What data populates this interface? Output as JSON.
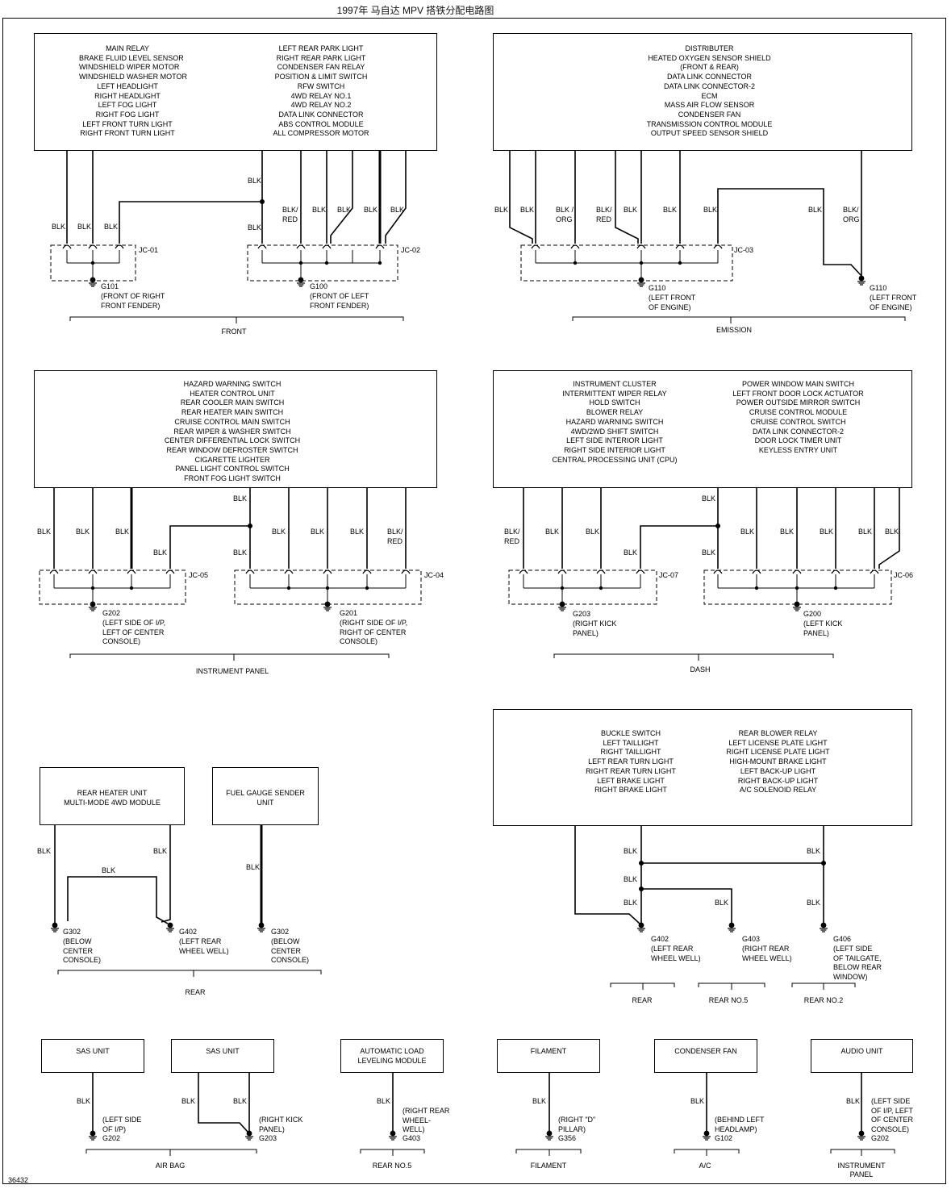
{
  "title": "1997年 马自达 MPV 搭铁分配电路图",
  "figure_no": "36432",
  "wire_color_blk": "BLK",
  "front": {
    "section": "FRONT",
    "box1": {
      "left": "MAIN RELAY\nBRAKE FLUID LEVEL SENSOR\nWINDSHIELD WIPER MOTOR\nWINDSHIELD WASHER MOTOR\nLEFT HEADLIGHT\nRIGHT HEADLIGHT\nLEFT FOG LIGHT\nRIGHT FOG LIGHT\nLEFT FRONT TURN LIGHT\nRIGHT FRONT TURN LIGHT",
      "right": "LEFT REAR PARK LIGHT\nRIGHT REAR PARK LIGHT\nCONDENSER FAN RELAY\nPOSITION & LIMIT SWITCH\nRFW SWITCH\n4WD RELAY NO.1\n4WD RELAY NO.2\nDATA LINK CONNECTOR\nABS CONTROL MODULE\nALL COMPRESSOR MOTOR"
    },
    "jc1": "JC-01",
    "jc2": "JC-02",
    "g1": "G101",
    "g1_loc": "(FRONT OF RIGHT\nFRONT FENDER)",
    "g2": "G100",
    "g2_loc": "(FRONT OF LEFT\nFRONT FENDER)",
    "blk_red": "BLK/\nRED"
  },
  "emission": {
    "section": "EMISSION",
    "box": "DISTRIBUTER\nHEATED OXYGEN SENSOR SHIELD\n(FRONT & REAR)\nDATA LINK CONNECTOR\nDATA LINK CONNECTOR-2\nECM\nMASS AIR FLOW SENSOR\nCONDENSER FAN\nTRANSMISSION CONTROL MODULE\nOUTPUT SPEED SENSOR SHIELD",
    "jc": "JC-03",
    "g1": "G110",
    "g1_loc": "(LEFT FRONT\nOF ENGINE)",
    "g2": "G110",
    "g2_loc": "(LEFT FRONT\nOF ENGINE)",
    "blk_org": "BLK /\nORG",
    "blk_red": "BLK/\nRED",
    "blk_org2": "BLK/\nORG"
  },
  "instrument": {
    "section": "INSTRUMENT PANEL",
    "box": "HAZARD WARNING SWITCH\nHEATER CONTROL UNIT\nREAR COOLER MAIN SWITCH\nREAR HEATER MAIN SWITCH\nCRUISE CONTROL MAIN SWITCH\nREAR WIPER & WASHER SWITCH\nCENTER DIFFERENTIAL LOCK SWITCH\nREAR WINDOW DEFROSTER SWITCH\nCIGARETTE LIGHTER\nPANEL LIGHT CONTROL SWITCH\nFRONT FOG LIGHT SWITCH",
    "jc1": "JC-05",
    "jc2": "JC-04",
    "g1": "G202",
    "g1_loc": "(LEFT SIDE OF I/P,\nLEFT OF CENTER\nCONSOLE)",
    "g2": "G201",
    "g2_loc": "(RIGHT SIDE OF I/P,\nRIGHT OF CENTER\nCONSOLE)",
    "blk_red": "BLK/\nRED"
  },
  "dash": {
    "section": "DASH",
    "box_left": "INSTRUMENT CLUSTER\nINTERMITTENT WIPER RELAY\nHOLD SWITCH\nBLOWER RELAY\nHAZARD WARNING SWITCH\n4WD/2WD SHIFT SWITCH\nLEFT SIDE INTERIOR LIGHT\nRIGHT SIDE INTERIOR LIGHT\nCENTRAL PROCESSING UNIT (CPU)",
    "box_right": "POWER WINDOW MAIN SWITCH\nLEFT FRONT DOOR LOCK ACTUATOR\nPOWER OUTSIDE MIRROR SWITCH\nCRUISE CONTROL MODULE\nCRUISE CONTROL SWITCH\nDATA LINK CONNECTOR-2\nDOOR LOCK TIMER UNIT\nKEYLESS ENTRY UNIT",
    "jc1": "JC-07",
    "jc2": "JC-06",
    "g1": "G203",
    "g1_loc": "(RIGHT KICK\nPANEL)",
    "g2": "G200",
    "g2_loc": "(LEFT KICK\nPANEL)",
    "blk_red": "BLK/\nRED"
  },
  "rear_left": {
    "section": "REAR",
    "box1": "REAR HEATER UNIT\nMULTI-MODE 4WD MODULE",
    "box2": "FUEL GAUGE SENDER\nUNIT",
    "g1": "G302",
    "g1_loc": "(BELOW\nCENTER\nCONSOLE)",
    "g2": "G402",
    "g2_loc": "(LEFT REAR\nWHEEL WELL)",
    "g3": "G302",
    "g3_loc": "(BELOW\nCENTER\nCONSOLE)"
  },
  "rear_right": {
    "box_left": "BUCKLE SWITCH\nLEFT TAILLIGHT\nRIGHT TAILLIGHT\nLEFT REAR TURN LIGHT\nRIGHT REAR TURN LIGHT\nLEFT BRAKE LIGHT\nRIGHT BRAKE LIGHT",
    "box_right": "REAR BLOWER RELAY\nLEFT LICENSE PLATE LIGHT\nRIGHT LICENSE PLATE LIGHT\nHIGH-MOUNT BRAKE LIGHT\nLEFT BACK-UP LIGHT\nRIGHT BACK-UP LIGHT\nA/C SOLENOID RELAY",
    "g1": "G402",
    "g1_loc": "(LEFT REAR\nWHEEL WELL)",
    "g2": "G403",
    "g2_loc": "(RIGHT REAR\nWHEEL WELL)",
    "g3": "G406",
    "g3_loc": "(LEFT SIDE\nOF TAILGATE,\nBELOW REAR\nWINDOW)",
    "sec1": "REAR",
    "sec2": "REAR NO.5",
    "sec3": "REAR NO.2"
  },
  "bottom": {
    "sas1": "SAS UNIT",
    "sas2": "SAS UNIT",
    "alm": "AUTOMATIC LOAD\nLEVELING MODULE",
    "filament": "FILAMENT",
    "cond": "CONDENSER FAN",
    "audio": "AUDIO UNIT",
    "g_sas1": "G202",
    "g_sas1_loc": "(LEFT SIDE\nOF I/P)",
    "g_sas2": "G203",
    "g_sas2_loc": "(RIGHT KICK\nPANEL)",
    "g_alm": "G403",
    "g_alm_loc": "(RIGHT REAR\nWHEEL-\nWELL)",
    "g_fil": "G356",
    "g_fil_loc": "(RIGHT \"D\"\nPILLAR)",
    "g_cond": "G102",
    "g_cond_loc": "(BEHIND LEFT\nHEADLAMP)",
    "g_audio": "G202",
    "g_audio_loc": "(LEFT SIDE\nOF I/P, LEFT\nOF CENTER\nCONSOLE)",
    "sec_airbag": "AIR BAG",
    "sec_rear5": "REAR NO.5",
    "sec_filament": "FILAMENT",
    "sec_ac": "A/C",
    "sec_ip": "INSTRUMENT\nPANEL"
  }
}
